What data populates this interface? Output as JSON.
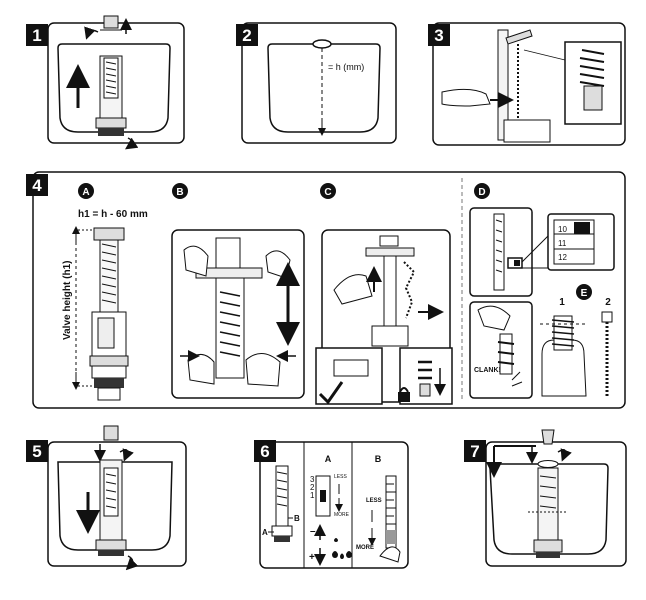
{
  "steps": {
    "s1": "1",
    "s2": "2",
    "s3": "3",
    "s4": "4",
    "s5": "5",
    "s6": "6",
    "s7": "7"
  },
  "step2": {
    "height_label": "= h (mm)"
  },
  "step4": {
    "sub_a": "A",
    "sub_b": "B",
    "sub_c": "C",
    "sub_d": "D",
    "sub_e": "E",
    "formula": "h1 = h - 60 mm",
    "valve_height_label": "Valve height (h1)",
    "scale_10": "10",
    "scale_11": "11",
    "scale_12": "12",
    "clank": "CLANK!",
    "option_1": "1",
    "option_2": "2"
  },
  "step6": {
    "label_a": "A",
    "label_b": "B",
    "marker_a": "A",
    "marker_b": "B",
    "less": "LESS",
    "more": "MORE",
    "less_b": "LESS",
    "more_b": "MORE",
    "minus": "–",
    "plus": "+",
    "scale_top": "3",
    "scale_2": "2",
    "scale_1": "1"
  }
}
